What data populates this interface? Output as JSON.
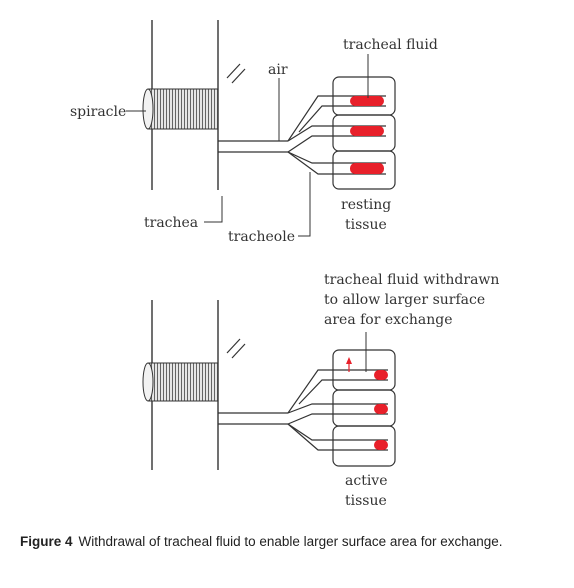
{
  "top_panel": {
    "labels": {
      "tracheal_fluid": "tracheal fluid",
      "air": "air",
      "spiracle": "spiracle",
      "trachea": "trachea",
      "tracheole": "tracheole",
      "tissue_line1": "resting",
      "tissue_line2": "tissue"
    }
  },
  "bottom_panel": {
    "labels": {
      "withdrawn_line1": "tracheal fluid withdrawn",
      "withdrawn_line2": "to allow larger surface",
      "withdrawn_line3": "area for exchange",
      "tissue_line1": "active",
      "tissue_line2": "tissue"
    }
  },
  "caption": {
    "figure_label": "Figure 4",
    "text": "Withdrawal of tracheal fluid to enable larger surface area for exchange."
  },
  "colors": {
    "fluid": "#e8202a",
    "stroke": "#333333",
    "spiracle_fill": "#d9d9d9"
  }
}
